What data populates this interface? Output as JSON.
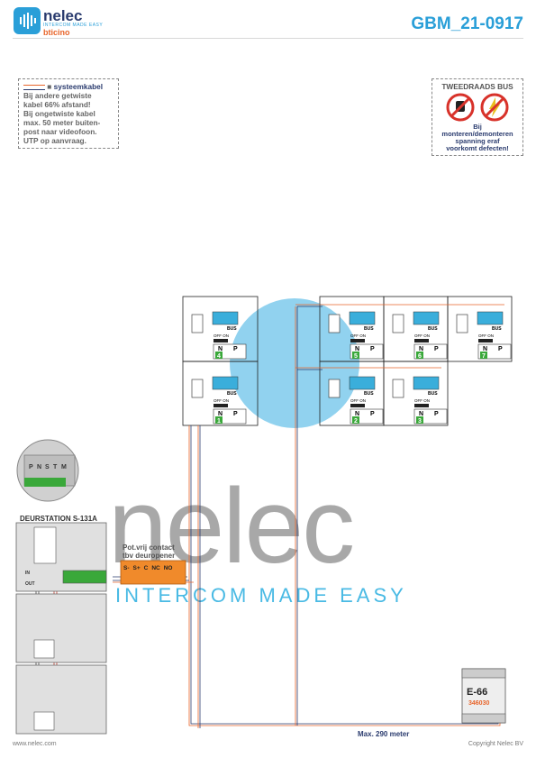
{
  "header": {
    "brand": "nelec",
    "brand_sub": "INTERCOM MADE EASY",
    "brand_partner": "bticino",
    "doc_code": "GBM_21-0917"
  },
  "note_left": {
    "title": "systeemkabel",
    "lines": [
      "Bij andere getwiste",
      "kabel 66% afstand!",
      "Bij ongetwiste kabel",
      "max. 50 meter buiten-",
      "post naar videofoon.",
      "UTP op aanvraag."
    ]
  },
  "note_right": {
    "title": "TWEEDRAADS BUS",
    "warning_lines": [
      "Bij monteren/demonteren",
      "spanning eraf",
      "voorkomt defecten!"
    ]
  },
  "units": [
    {
      "number": "4"
    },
    {
      "number": "5"
    },
    {
      "number": "6"
    },
    {
      "number": "7"
    },
    {
      "number": "1"
    },
    {
      "number": "2"
    },
    {
      "number": "3"
    }
  ],
  "unit_labels": {
    "n": "N",
    "p": "P",
    "bus": "BUS",
    "off_on": "OFF ON"
  },
  "door_station": {
    "label": "DEURSTATION S-131A",
    "in": "IN",
    "out": "OUT"
  },
  "detail_terminals": [
    "P",
    "N",
    "S",
    "T",
    "M"
  ],
  "relay": {
    "title_lines": [
      "Pot.vrij contact",
      "tbv deuropener"
    ],
    "terminals": [
      "S-",
      "S+",
      "C",
      "NC",
      "NO"
    ]
  },
  "psu": {
    "label": "E-66",
    "code": "346030"
  },
  "watermark": {
    "brand": "nelec",
    "tagline": "INTERCOM MADE EASY"
  },
  "distance": "Max. 290 meter",
  "footer": {
    "url": "www.nelec.com",
    "copyright": "Copyright Nelec BV"
  },
  "colors": {
    "accent_blue": "#2a9fd8",
    "navy": "#2a3b6e",
    "orange": "#e8652b",
    "green": "#3aa83a",
    "red": "#d8322a"
  }
}
